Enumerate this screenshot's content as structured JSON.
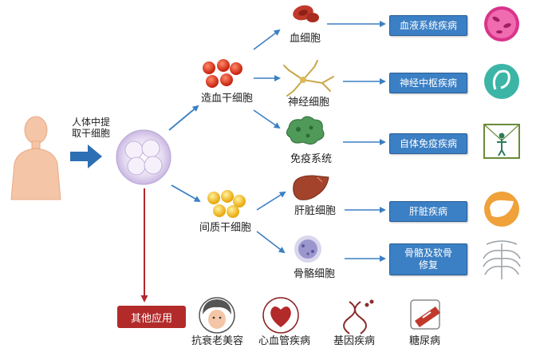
{
  "source": {
    "label_line1": "人体中提",
    "label_line2": "取干细胞"
  },
  "branches": {
    "hematopoietic": "造血干细胞",
    "mesenchymal": "间质干细胞"
  },
  "cells": {
    "blood": "血细胞",
    "nerve": "神经细胞",
    "immune": "免疫系统",
    "liver": "肝脏细胞",
    "bone": "骨骼细胞"
  },
  "diseases": {
    "blood": "血液系统疾病",
    "nerve": "神经中枢疾病",
    "immune": "自体免疫疾病",
    "liver": "肝脏疾病",
    "bone_line1": "骨骼及软骨",
    "bone_line2": "修复"
  },
  "other": {
    "label": "其他应用",
    "items": [
      "抗衰老美容",
      "心血管疾病",
      "基因疾病",
      "糖尿病"
    ]
  },
  "colors": {
    "arrow": "#3b7fc4",
    "disease_box": "#3b7fc4",
    "other_box": "#b22a2a"
  }
}
